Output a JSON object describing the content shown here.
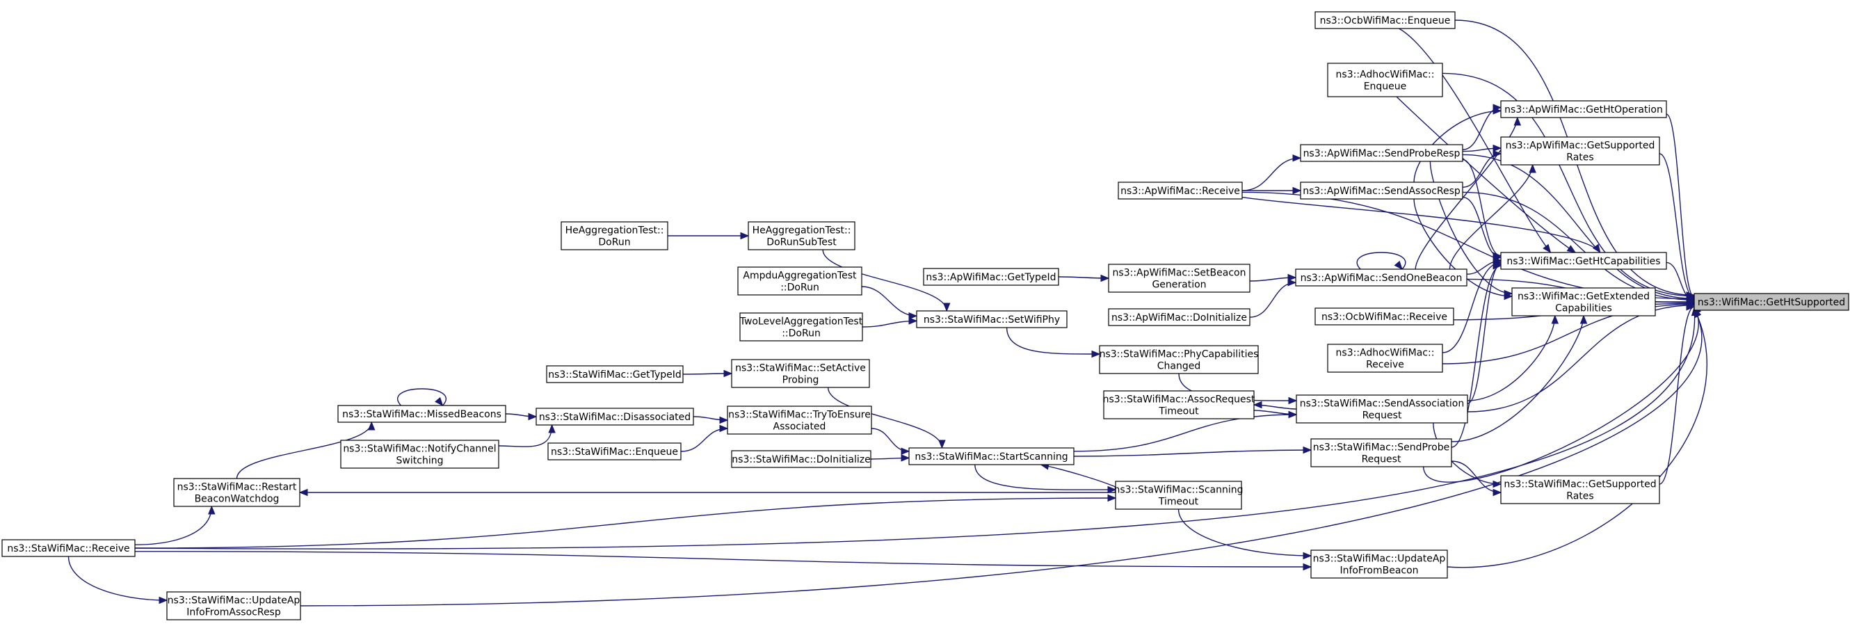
{
  "colors": {
    "edge": "#191970",
    "root_fill": "#bfbfbf",
    "node_fill": "#ffffff",
    "node_stroke": "#000000"
  },
  "nodes": {
    "root": [
      "ns3::WifiMac::GetHtSupported"
    ],
    "ocbEnqueue": [
      "ns3::OcbWifiMac::Enqueue"
    ],
    "adhocEnqueue": [
      "ns3::AdhocWifiMac::",
      "Enqueue"
    ],
    "apGetHtOp": [
      "ns3::ApWifiMac::GetHtOperation"
    ],
    "apGetSupRates": [
      "ns3::ApWifiMac::GetSupported",
      "Rates"
    ],
    "sendProbeResp": [
      "ns3::ApWifiMac::SendProbeResp"
    ],
    "apReceive": [
      "ns3::ApWifiMac::Receive"
    ],
    "sendAssocResp": [
      "ns3::ApWifiMac::SendAssocResp"
    ],
    "heDoRun": [
      "HeAggregationTest::",
      "DoRun"
    ],
    "heDoRunSub": [
      "HeAggregationTest::",
      "DoRunSubTest"
    ],
    "getHtCap": [
      "ns3::WifiMac::GetHtCapabilities"
    ],
    "apGetTypeId": [
      "ns3::ApWifiMac::GetTypeId"
    ],
    "setBeaconGen": [
      "ns3::ApWifiMac::SetBeacon",
      "Generation"
    ],
    "sendOneBeacon": [
      "ns3::ApWifiMac::SendOneBeacon"
    ],
    "getExtCap": [
      "ns3::WifiMac::GetExtended",
      "Capabilities"
    ],
    "ampduDoRun": [
      "AmpduAggregationTest",
      "::DoRun"
    ],
    "twoLevelDoRun": [
      "TwoLevelAggregationTest",
      "::DoRun"
    ],
    "setWifiPhy": [
      "ns3::StaWifiMac::SetWifiPhy"
    ],
    "apDoInit": [
      "ns3::ApWifiMac::DoInitialize"
    ],
    "ocbReceive": [
      "ns3::OcbWifiMac::Receive"
    ],
    "adhocReceive": [
      "ns3::AdhocWifiMac::",
      "Receive"
    ],
    "phyCapChanged": [
      "ns3::StaWifiMac::PhyCapabilities",
      "Changed"
    ],
    "staGetTypeId": [
      "ns3::StaWifiMac::GetTypeId"
    ],
    "setActiveProbing": [
      "ns3::StaWifiMac::SetActive",
      "Probing"
    ],
    "assocReqTimeout": [
      "ns3::StaWifiMac::AssocRequest",
      "Timeout"
    ],
    "sendAssocReq": [
      "ns3::StaWifiMac::SendAssociation",
      "Request"
    ],
    "missedBeacons": [
      "ns3::StaWifiMac::MissedBeacons"
    ],
    "disassociated": [
      "ns3::StaWifiMac::Disassociated"
    ],
    "tryEnsure": [
      "ns3::StaWifiMac::TryToEnsure",
      "Associated"
    ],
    "notifyChSw": [
      "ns3::StaWifiMac::NotifyChannel",
      "Switching"
    ],
    "staEnqueue": [
      "ns3::StaWifiMac::Enqueue"
    ],
    "staDoInit": [
      "ns3::StaWifiMac::DoInitialize"
    ],
    "startScanning": [
      "ns3::StaWifiMac::StartScanning"
    ],
    "sendProbeReq": [
      "ns3::StaWifiMac::SendProbe",
      "Request"
    ],
    "restartBeaconWd": [
      "ns3::StaWifiMac::Restart",
      "BeaconWatchdog"
    ],
    "scanningTimeout": [
      "ns3::StaWifiMac::Scanning",
      "Timeout"
    ],
    "staGetSupRates": [
      "ns3::StaWifiMac::GetSupported",
      "Rates"
    ],
    "staReceive": [
      "ns3::StaWifiMac::Receive"
    ],
    "updateApBeacon": [
      "ns3::StaWifiMac::UpdateAp",
      "InfoFromBeacon"
    ],
    "updateApAssoc": [
      "ns3::StaWifiMac::UpdateAp",
      "InfoFromAssocResp"
    ]
  }
}
